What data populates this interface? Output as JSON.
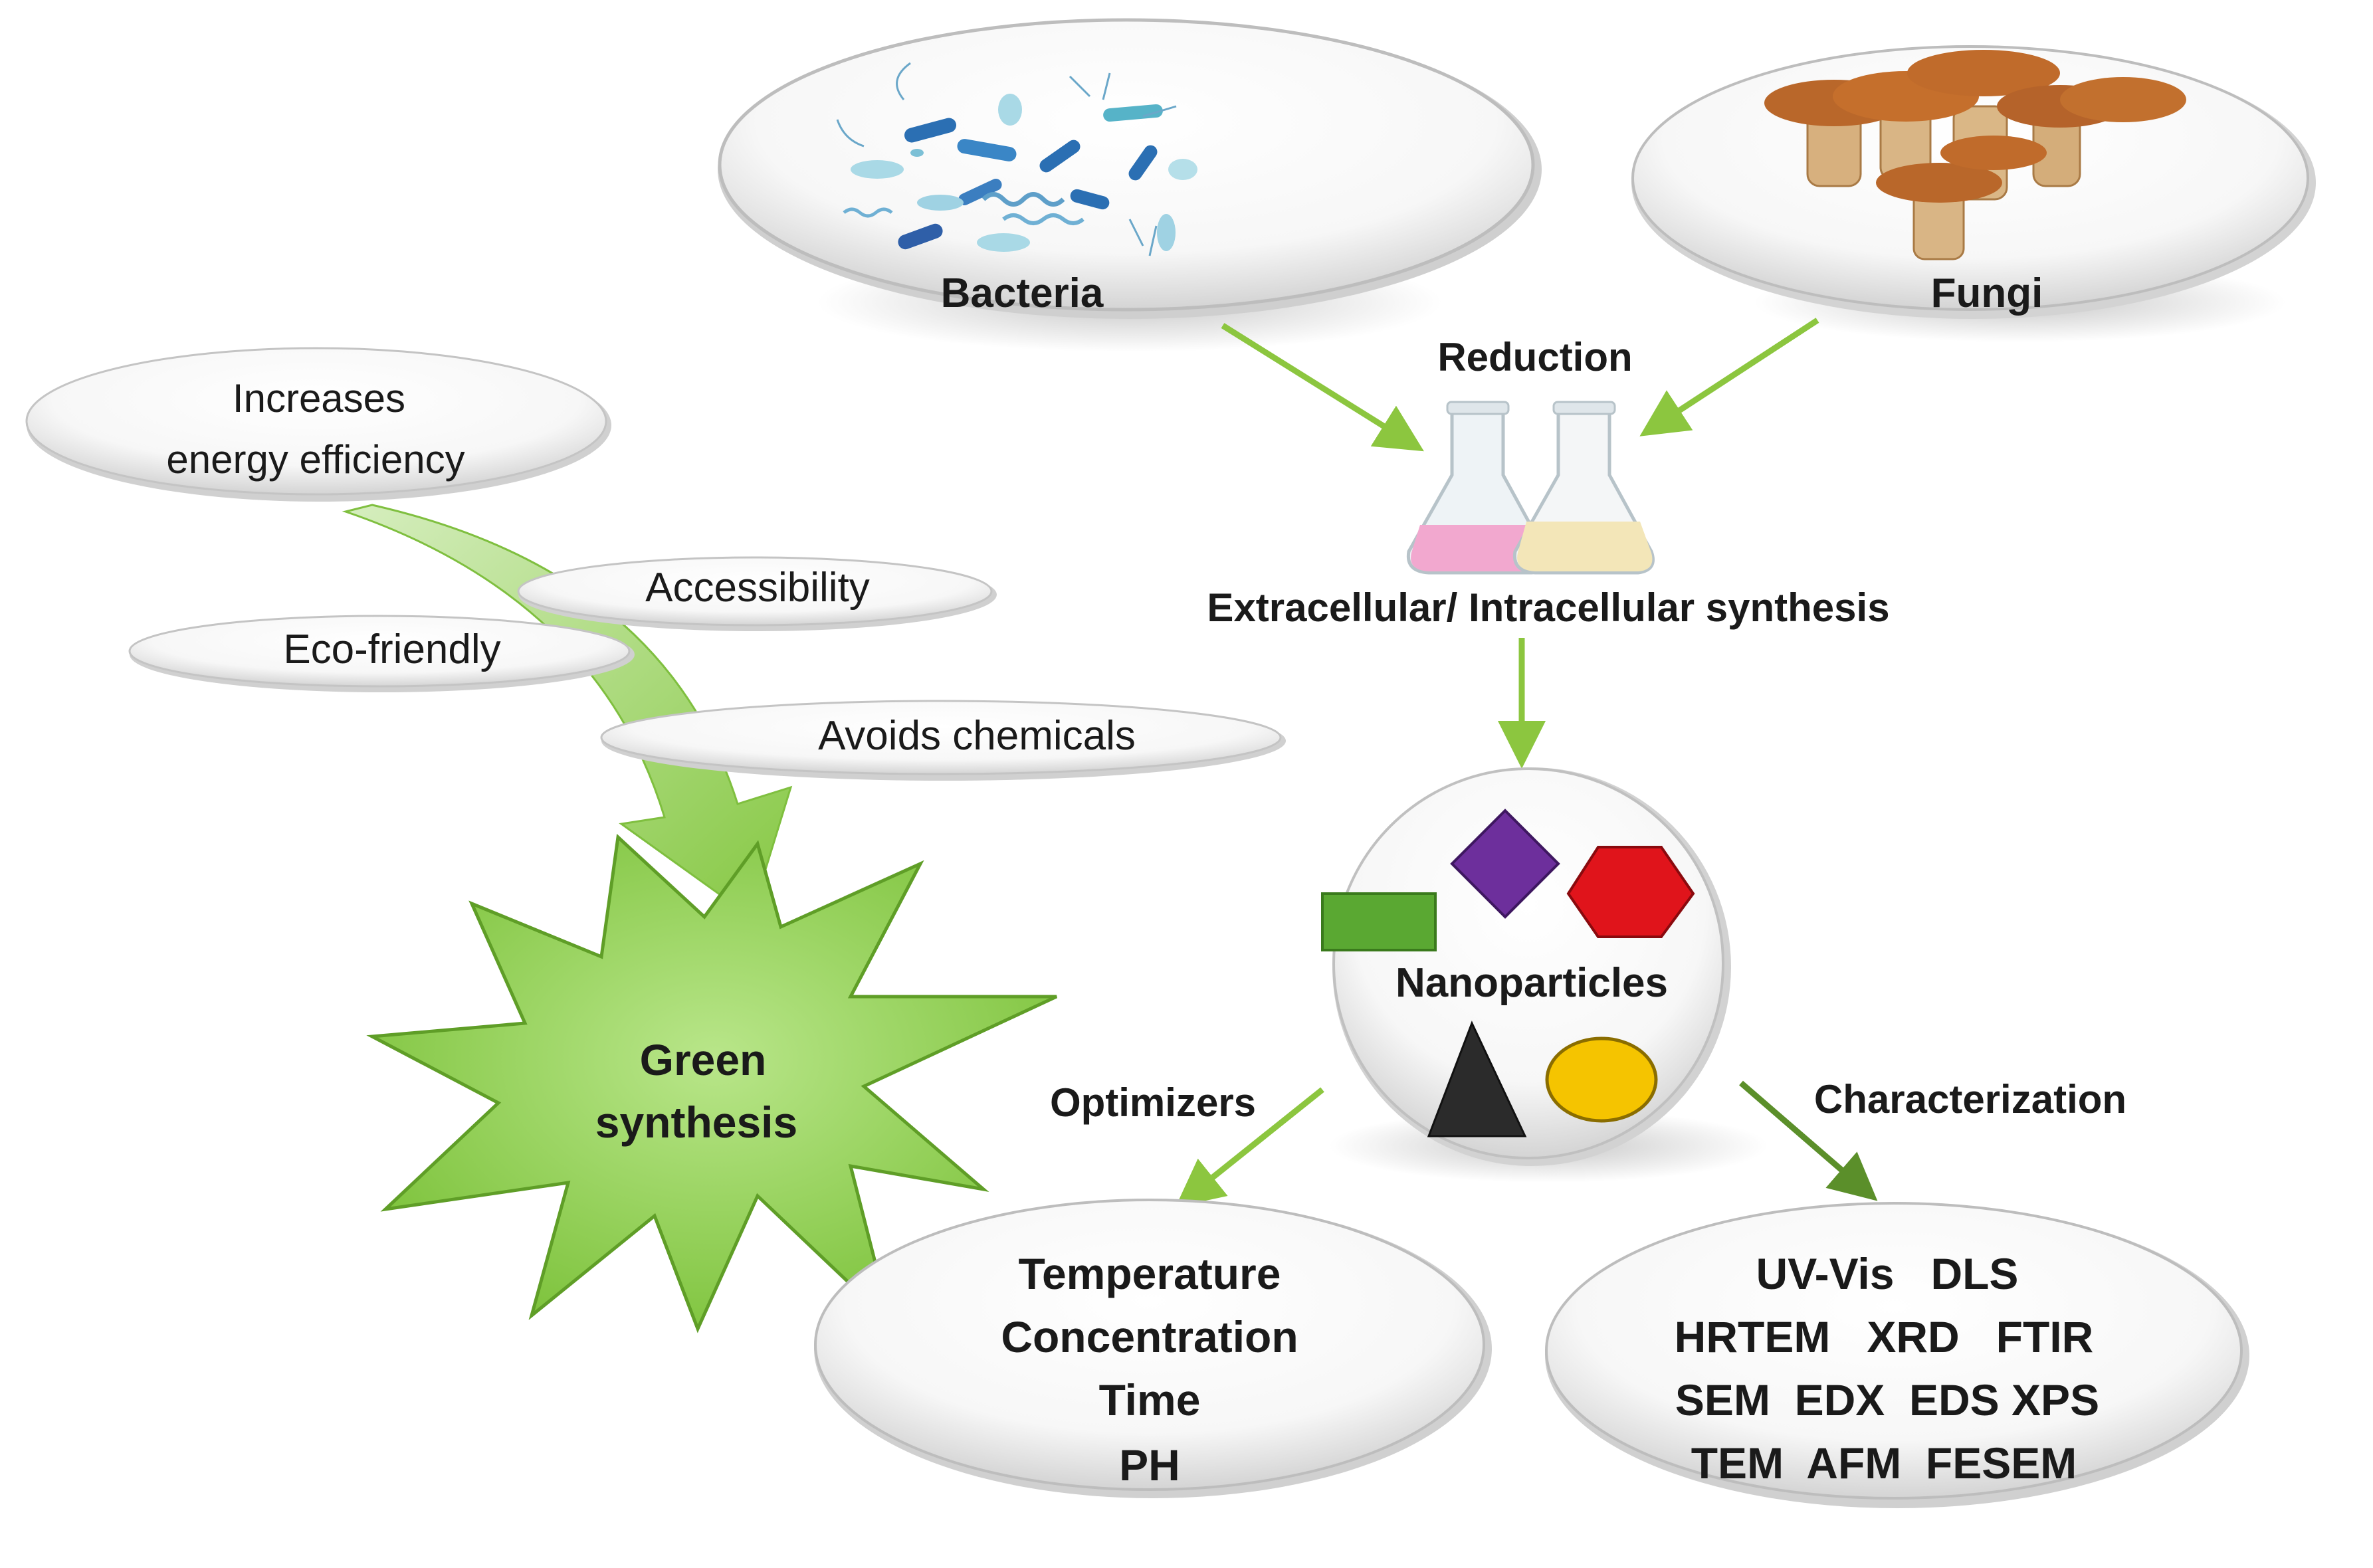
{
  "sources": {
    "bacteria": "Bacteria",
    "fungi": "Fungi"
  },
  "process": {
    "reduction": "Reduction",
    "synthesis": "Extracellular/ Intracellular synthesis"
  },
  "nanoparticles": "Nanoparticles",
  "benefits": {
    "energy_line1": "Increases",
    "energy_line2": "energy efficiency",
    "accessibility": "Accessibility",
    "eco_friendly": "Eco-friendly",
    "avoids_chemicals": "Avoids chemicals"
  },
  "green_synthesis": {
    "line1": "Green",
    "line2": "synthesis"
  },
  "optimizers": {
    "title": "Optimizers",
    "items": [
      "Temperature",
      "Concentration",
      "Time",
      "PH"
    ]
  },
  "characterization": {
    "title": "Characterization",
    "rows": [
      "UV-Vis   DLS",
      "HRTEM   XRD   FTIR",
      "SEM  EDX  EDS XPS",
      "TEM  AFM  FESEM"
    ]
  },
  "colors": {
    "arrow_green": "#8cc63f",
    "burst_green": "#8ed14f",
    "rect_green": "#5aa832",
    "diamond_purple": "#6d2f9c",
    "hexagon_red": "#e0141b",
    "triangle_dark": "#2b2b2b",
    "ellipse_yellow": "#f5c400",
    "flask_pink": "#f2a8cf",
    "flask_cream": "#f3e6b8"
  }
}
